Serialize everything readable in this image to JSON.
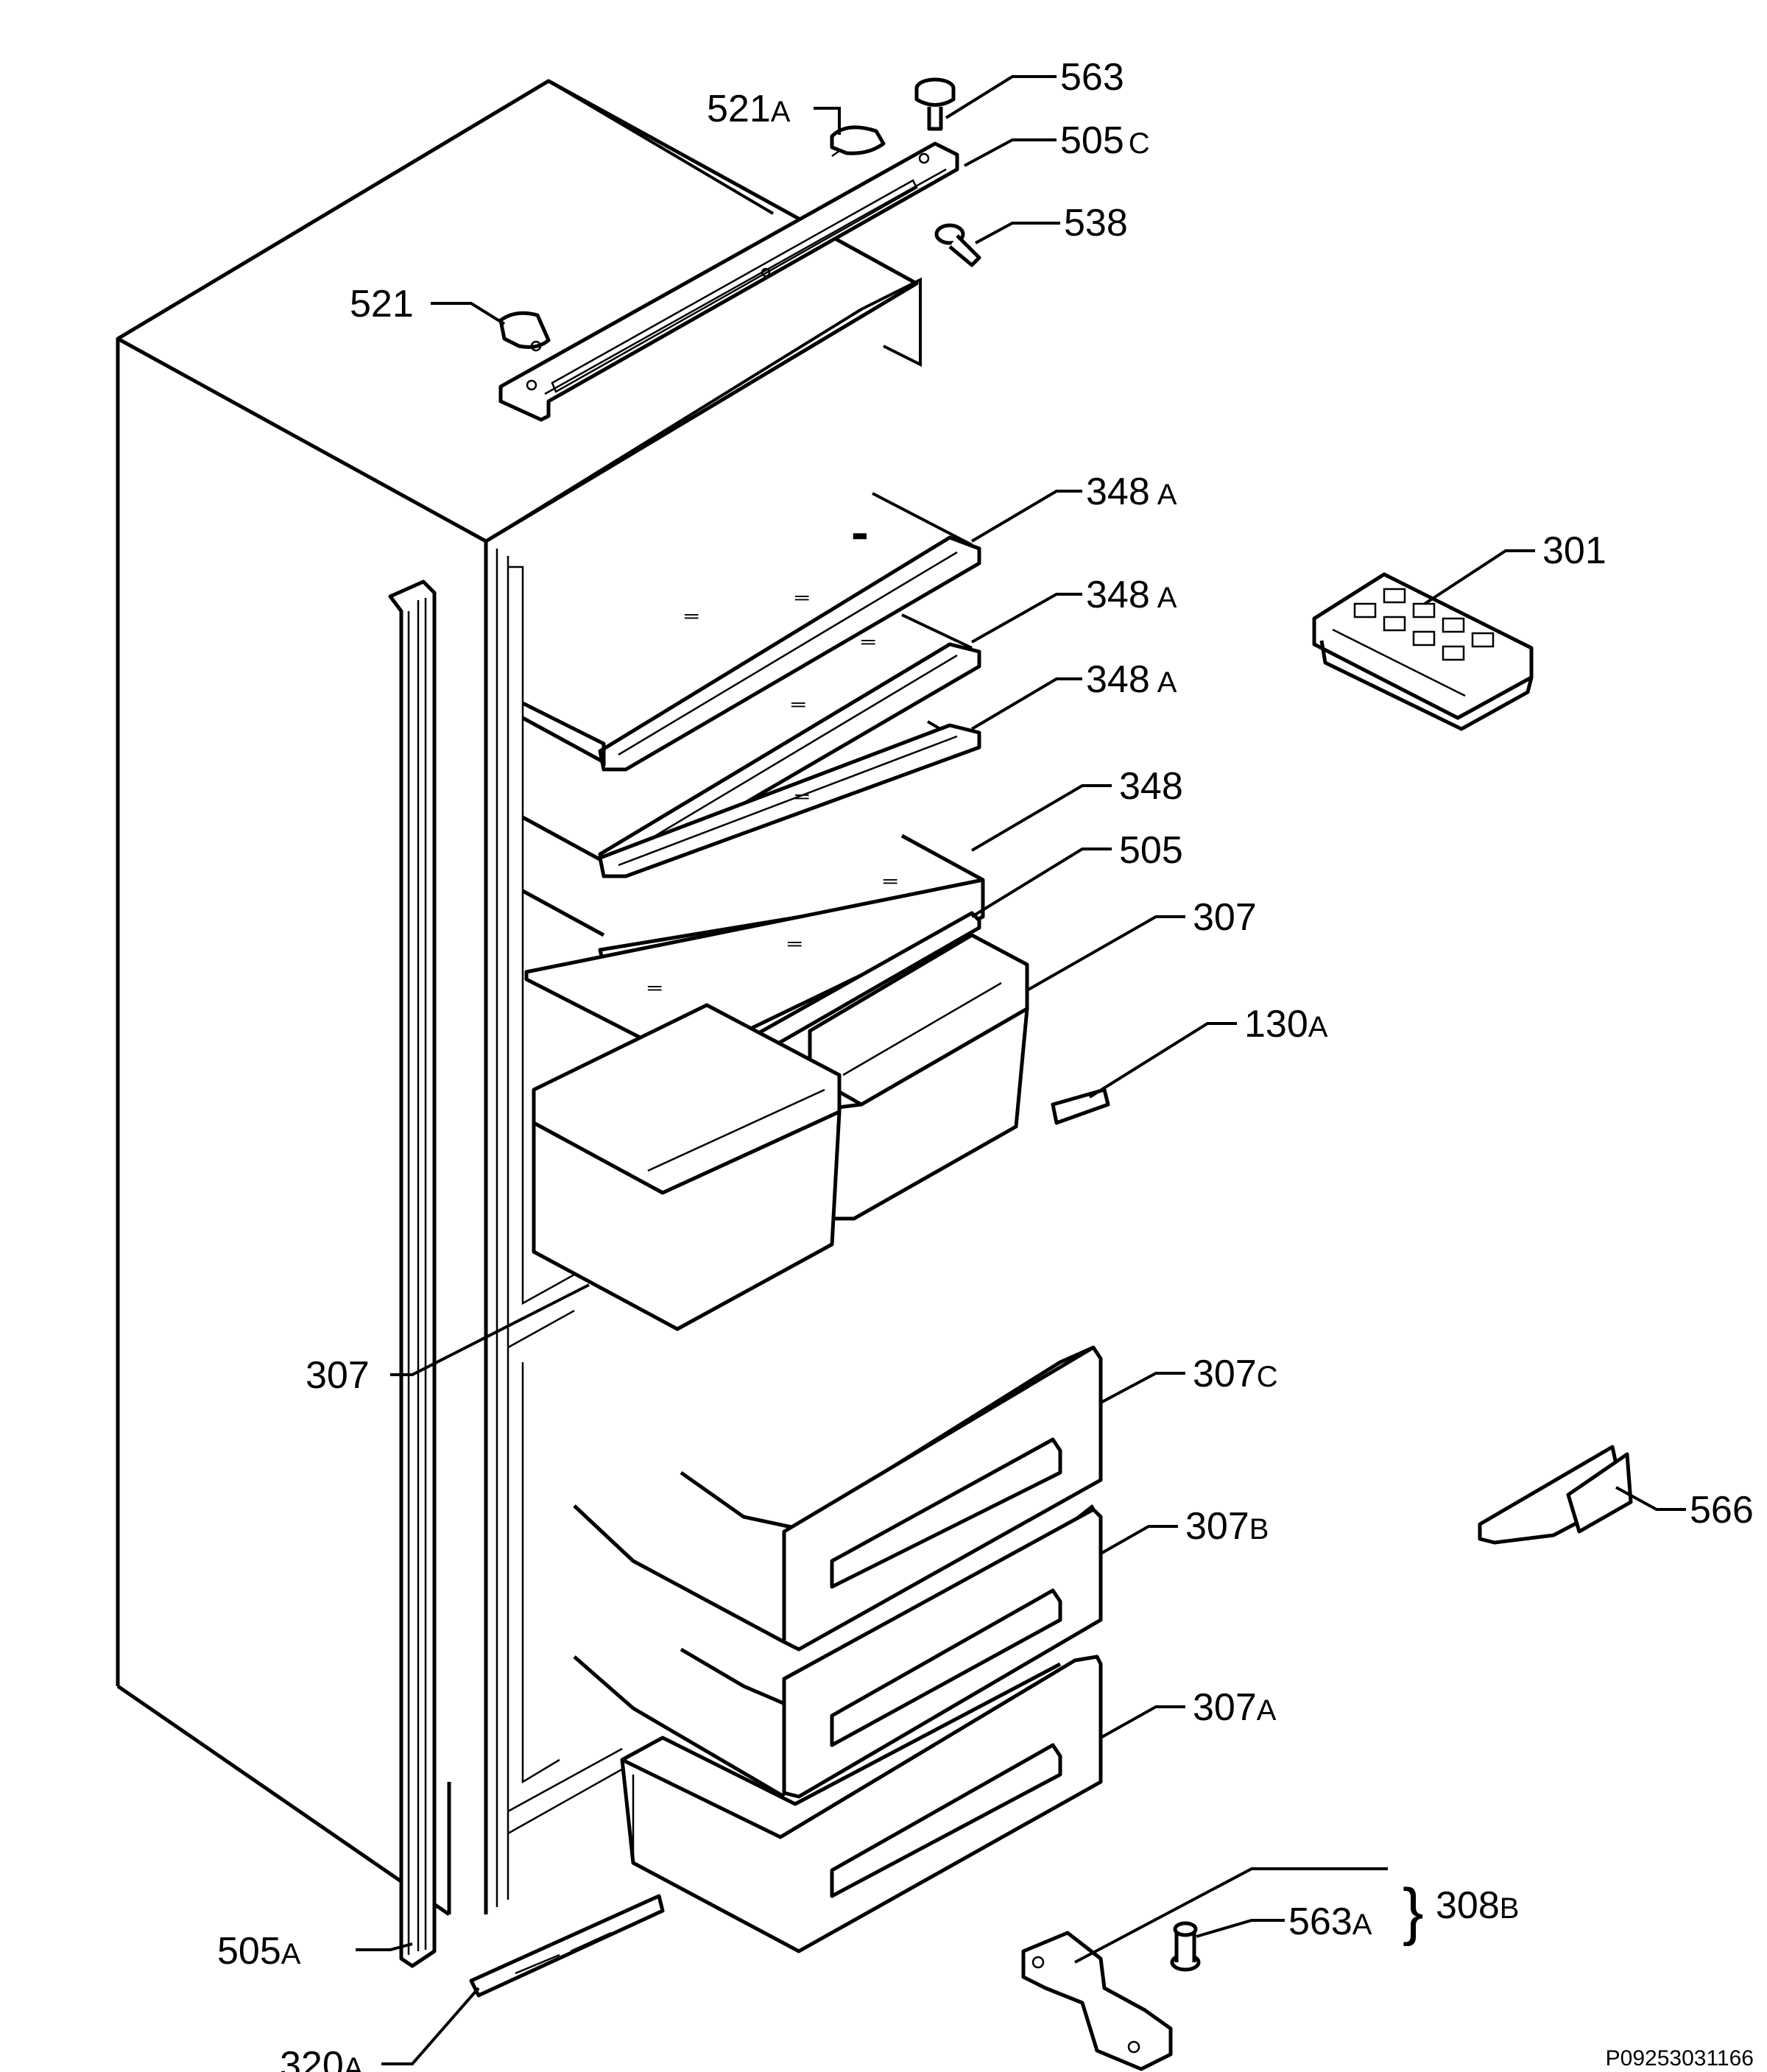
{
  "diagram": {
    "callouts": [
      {
        "id": "563",
        "number": "563",
        "suffix": ""
      },
      {
        "id": "521A",
        "number": "521",
        "suffix": "A"
      },
      {
        "id": "505C",
        "number": "505",
        "suffix": "C"
      },
      {
        "id": "538",
        "number": "538",
        "suffix": ""
      },
      {
        "id": "521",
        "number": "521",
        "suffix": ""
      },
      {
        "id": "348A-1",
        "number": "348",
        "suffix": "A"
      },
      {
        "id": "301",
        "number": "301",
        "suffix": ""
      },
      {
        "id": "348A-2",
        "number": "348",
        "suffix": "A"
      },
      {
        "id": "348A-3",
        "number": "348",
        "suffix": "A"
      },
      {
        "id": "348",
        "number": "348",
        "suffix": ""
      },
      {
        "id": "505",
        "number": "505",
        "suffix": ""
      },
      {
        "id": "307",
        "number": "307",
        "suffix": ""
      },
      {
        "id": "130A",
        "number": "130",
        "suffix": "A"
      },
      {
        "id": "307-left",
        "number": "307",
        "suffix": ""
      },
      {
        "id": "307C",
        "number": "307",
        "suffix": "C"
      },
      {
        "id": "566",
        "number": "566",
        "suffix": ""
      },
      {
        "id": "307B",
        "number": "307",
        "suffix": "B"
      },
      {
        "id": "307A",
        "number": "307",
        "suffix": "A"
      },
      {
        "id": "308B",
        "number": "308",
        "suffix": "B"
      },
      {
        "id": "563A",
        "number": "563",
        "suffix": "A"
      },
      {
        "id": "505A",
        "number": "505",
        "suffix": "A"
      },
      {
        "id": "320A",
        "number": "320",
        "suffix": "A"
      }
    ],
    "brace_symbol": "}",
    "reference_code": "P09253031166"
  }
}
